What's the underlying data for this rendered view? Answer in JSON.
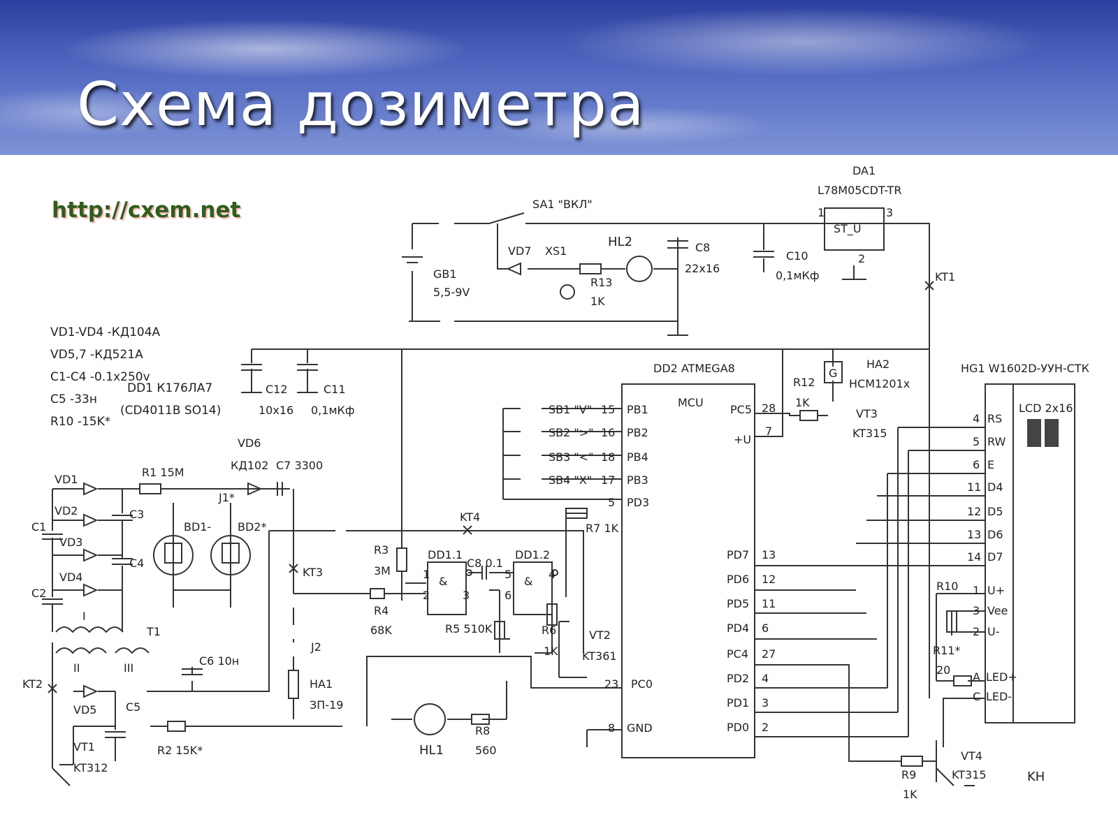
{
  "title": "Схема дозиметра",
  "url": "http://cxem.net",
  "notes": [
    "VD1-VD4 -КД104А",
    "VD5,7 -КД521А",
    "C1-C4 -0.1x250v",
    "C5 -33н",
    "R10 -15K*",
    "DD1 К176ЛА7",
    "(CD4011B SO14)"
  ],
  "labels": {
    "da1": "DA1",
    "da1_part": "L78M05CDT-TR",
    "st_u": "ST_U",
    "da1_p1": "1",
    "da1_p2": "2",
    "da1_p3": "3",
    "sa1": "SA1 \"ВКЛ\"",
    "gb1": "GB1",
    "gb1_v": "5,5-9V",
    "vd7": "VD7",
    "xs1": "XS1",
    "r13": "R13",
    "r13_v": "1K",
    "hl2": "HL2",
    "c8": "C8",
    "c8_v": "22x16",
    "c10": "C10",
    "c10_v": "0,1мКф",
    "kt1": "KT1",
    "c12": "C12",
    "c12_v": "10x16",
    "c11": "C11",
    "c11_v": "0,1мКф",
    "dd2": "DD2 ATMEGA8",
    "mcu": "MCU",
    "pb1": "PB1",
    "pb2": "PB2",
    "pb4": "PB4",
    "pb3": "PB3",
    "pd3": "PD3",
    "pc5": "PC5",
    "plus_u": "+U",
    "pd7": "PD7",
    "pd6": "PD6",
    "pd5": "PD5",
    "pd4": "PD4",
    "pc4": "PC4",
    "pd2": "PD2",
    "pd1": "PD1",
    "pd0": "PD0",
    "pc0": "PC0",
    "gnd": "GND",
    "n15": "15",
    "n16": "16",
    "n18": "18",
    "n17": "17",
    "n5": "5",
    "n28": "28",
    "n7": "7",
    "n13": "13",
    "n12": "12",
    "n11": "11",
    "n6": "6",
    "n27": "27",
    "n4": "4",
    "n3": "3",
    "n2": "2",
    "n23": "23",
    "n8": "8",
    "sb1": "SB1 \"V\"",
    "sb2": "SB2 \">\"",
    "sb3": "SB3 \"<\"",
    "sb4": "SB4 \"X\"",
    "r12": "R12",
    "r12_v": "1K",
    "ha2": "HA2",
    "ha2_part": "HCM1201x",
    "g": "G",
    "vt3": "VT3",
    "vt3_part": "KT315",
    "hg1": "HG1 W1602D-УУН-СТК",
    "lcd": "LCD 2x16",
    "rs": "RS",
    "rw": "RW",
    "e": "E",
    "d4": "D4",
    "d5": "D5",
    "d6": "D6",
    "d7": "D7",
    "u_plus": "U+",
    "vee": "Vee",
    "u_minus": "U-",
    "led_plus": "LED+",
    "led_minus": "LED-",
    "p4": "4",
    "p5": "5",
    "p6": "6",
    "p11": "11",
    "p12": "12",
    "p13": "13",
    "p14": "14",
    "p1": "1",
    "p3": "3",
    "p2": "2",
    "pA": "A",
    "pC": "C",
    "r10": "R10",
    "r11": "R11*",
    "r11_v": "20",
    "vt4": "VT4",
    "vt4_part": "KT315",
    "r9": "R9",
    "r9_v": "1K",
    "kh": "KH",
    "vd6": "VD6",
    "vd6_part": "КД102",
    "c7": "C7 3300",
    "j1": "J1*",
    "vd1": "VD1",
    "vd2": "VD2",
    "vd3": "VD3",
    "vd4": "VD4",
    "c1": "C1",
    "c2": "C2",
    "c3": "C3",
    "c4": "C4",
    "r1": "R1 15M",
    "bd1": "BD1-",
    "bd2": "BD2*",
    "kt3": "KT3",
    "kt4": "KT4",
    "j2": "J2",
    "ha1": "HA1",
    "ha1_part": "ЗП-19",
    "r3": "R3",
    "r3_v": "3M",
    "r4": "R4",
    "r4_v": "68K",
    "dd11": "DD1.1",
    "dd12": "DD1.2",
    "amp1": "&",
    "amp2": "&",
    "c8b": "C8 0.1",
    "g1": "1",
    "g2": "2",
    "g3": "3",
    "g5": "5",
    "g6": "6",
    "g4": "4",
    "r5": "R5 510K",
    "r6": "R6",
    "r6_v": "1K",
    "r7": "R7 1K",
    "vt2": "VT2",
    "vt2_part": "KT361",
    "t1": "T1",
    "w1": "I",
    "w2": "II",
    "w3": "III",
    "c6": "C6 10н",
    "kt2": "KT2",
    "vd5": "VD5",
    "c5": "C5",
    "vt1": "VT1",
    "vt1_part": "KT312",
    "r2": "R2 15K*",
    "hl1": "HL1",
    "r8": "R8",
    "r8_v": "560"
  },
  "colors": {
    "header_top": "#2b3f9e",
    "header_bottom": "#7e93d6",
    "url_text": "#2e5e1c",
    "wire": "#333333"
  }
}
